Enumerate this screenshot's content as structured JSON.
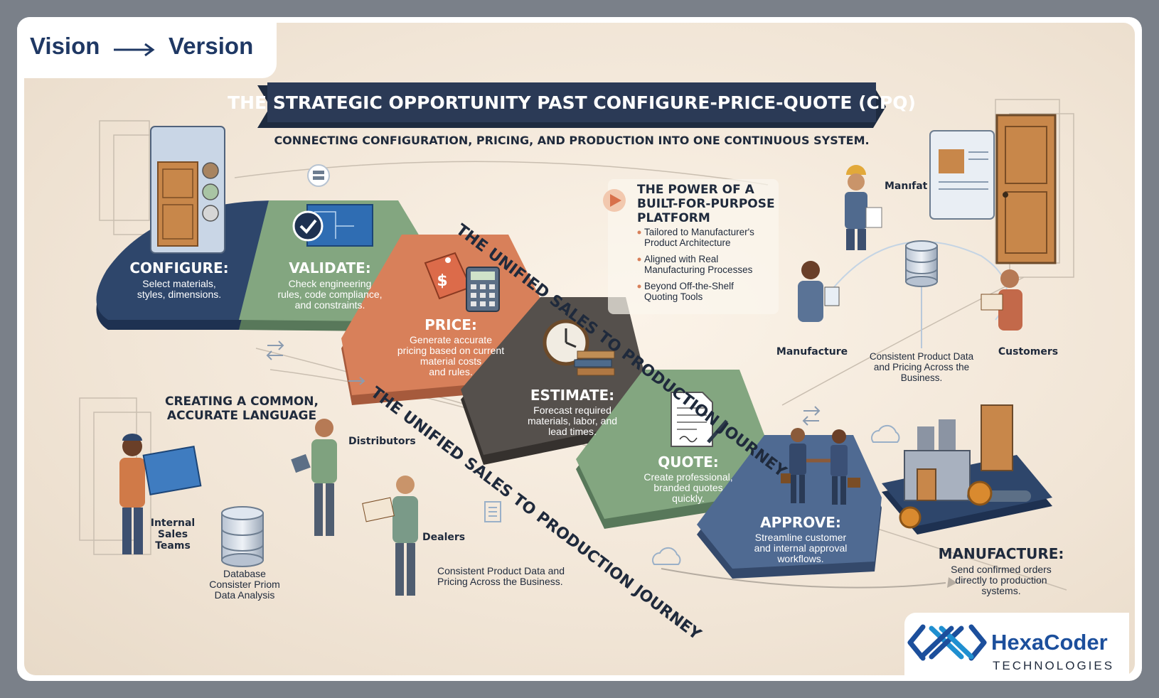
{
  "header": {
    "word_left": "Vision",
    "word_right": "Version"
  },
  "title": "THE STRATEGIC OPPORTUNITY PAST CONFIGURE-PRICE-QUOTE (CPQ)",
  "subtitle": "CONNECTING CONFIGURATION, PRICING, AND PRODUCTION INTO ONE CONTINUOUS SYSTEM.",
  "journey_label": "THE UNIFIED SALES TO PRODUCTION JOURNEY",
  "steps": {
    "configure": {
      "title": "CONFIGURE:",
      "lines": [
        "Select materials,",
        "styles, dimensions."
      ]
    },
    "validate": {
      "title": "VALIDATE:",
      "lines": [
        "Check engineering",
        "rules, code compliance,",
        "and constraints."
      ]
    },
    "price": {
      "title": "PRICE:",
      "lines": [
        "Generate accurate",
        "pricing based on current",
        "material costs",
        "and rules."
      ]
    },
    "estimate": {
      "title": "ESTIMATE:",
      "lines": [
        "Forecast required",
        "materials, labor, and",
        "lead times."
      ]
    },
    "quote": {
      "title": "QUOTE:",
      "lines": [
        "Create professional,",
        "branded quotes",
        "quickly."
      ]
    },
    "approve": {
      "title": "APPROVE:",
      "lines": [
        "Streamline customer",
        "and internal approval",
        "workflows."
      ]
    },
    "manufacture": {
      "title": "MANUFACTURE:",
      "lines": [
        "Send confirmed orders",
        "directly to production",
        "systems."
      ]
    }
  },
  "platform": {
    "title_lines": [
      "THE POWER OF A",
      "BUILT-FOR-PURPOSE",
      "PLATFORM"
    ],
    "bullets": [
      [
        "Tailored to Manufacturer's",
        "Product Architecture"
      ],
      [
        "Aligned with Real",
        "Manufacturing Processes"
      ],
      [
        "Beyond Off-the-Shelf",
        "Quoting Tools"
      ]
    ]
  },
  "top_right": {
    "manifat": "Manıfat",
    "manufacture": "Manufacture",
    "customers": "Customers",
    "consistent_lines": [
      "Consistent Product Data",
      "and Pricing Across the",
      "Business."
    ]
  },
  "bottom_left": {
    "heading_lines": [
      "CREATING A COMMON,",
      "ACCURATE LANGUAGE"
    ],
    "distributors": "Distributors",
    "internal_lines": [
      "Internal",
      "Sales",
      "Teams"
    ],
    "database_lines": [
      "Database",
      "Consister Priom",
      "Data Analysis"
    ],
    "dealers": "Dealers",
    "consistent_lines": [
      "Consistent Product Data and",
      "Pricing Across the Business."
    ]
  },
  "logo": {
    "name": "HexaCoder",
    "sub": "TECHNOLOGIES"
  },
  "colors": {
    "navy": "#2e466b",
    "green": "#7fa27f",
    "orange": "#d8805a",
    "charcoal": "#55504c",
    "slate": "#4f6a92",
    "title_banner": "#2b3a56",
    "accent_blue": "#1f3864"
  }
}
